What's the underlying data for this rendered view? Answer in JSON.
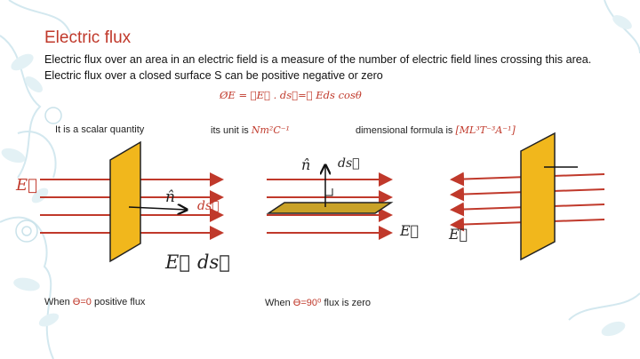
{
  "title": "Electric flux",
  "intro": "Electric flux over an area in an electric field is a measure of the number of electric field lines crossing this area. Electric flux over a closed surface S can be positive  negative or zero",
  "formula": "ØE = ∮E⃗ . ds⃗=∮ Eds cosθ",
  "notes": {
    "scalar": "It is a scalar quantity",
    "unit_prefix": "its unit is ",
    "unit_value": "Nm²C⁻¹",
    "dim_prefix": "dimensional formula is ",
    "dim_value": "[ML³T⁻³A⁻¹]"
  },
  "labels": {
    "e_left": "E⃗",
    "n_hat": "n̂",
    "ds_red": "ds⃗",
    "e_bottom": "E⃗",
    "ds_bottom": "ds⃗",
    "n_hat_mid": "n̂",
    "ds_mid": "ds⃗",
    "e_mid": "E⃗",
    "e_right": "E⃗"
  },
  "captions": {
    "c1_prefix": "When ",
    "c1_angle": "Ɵ=0",
    "c1_suffix": " positive flux",
    "c2_prefix": "When ",
    "c2_angle": "Ɵ=90⁰",
    "c2_suffix": " flux is zero"
  },
  "colors": {
    "title": "#c0392b",
    "field_lines": "#c0392b",
    "plate": "#f1b71c",
    "plate_edge": "#222222",
    "decoration": "#d7ecf2"
  }
}
